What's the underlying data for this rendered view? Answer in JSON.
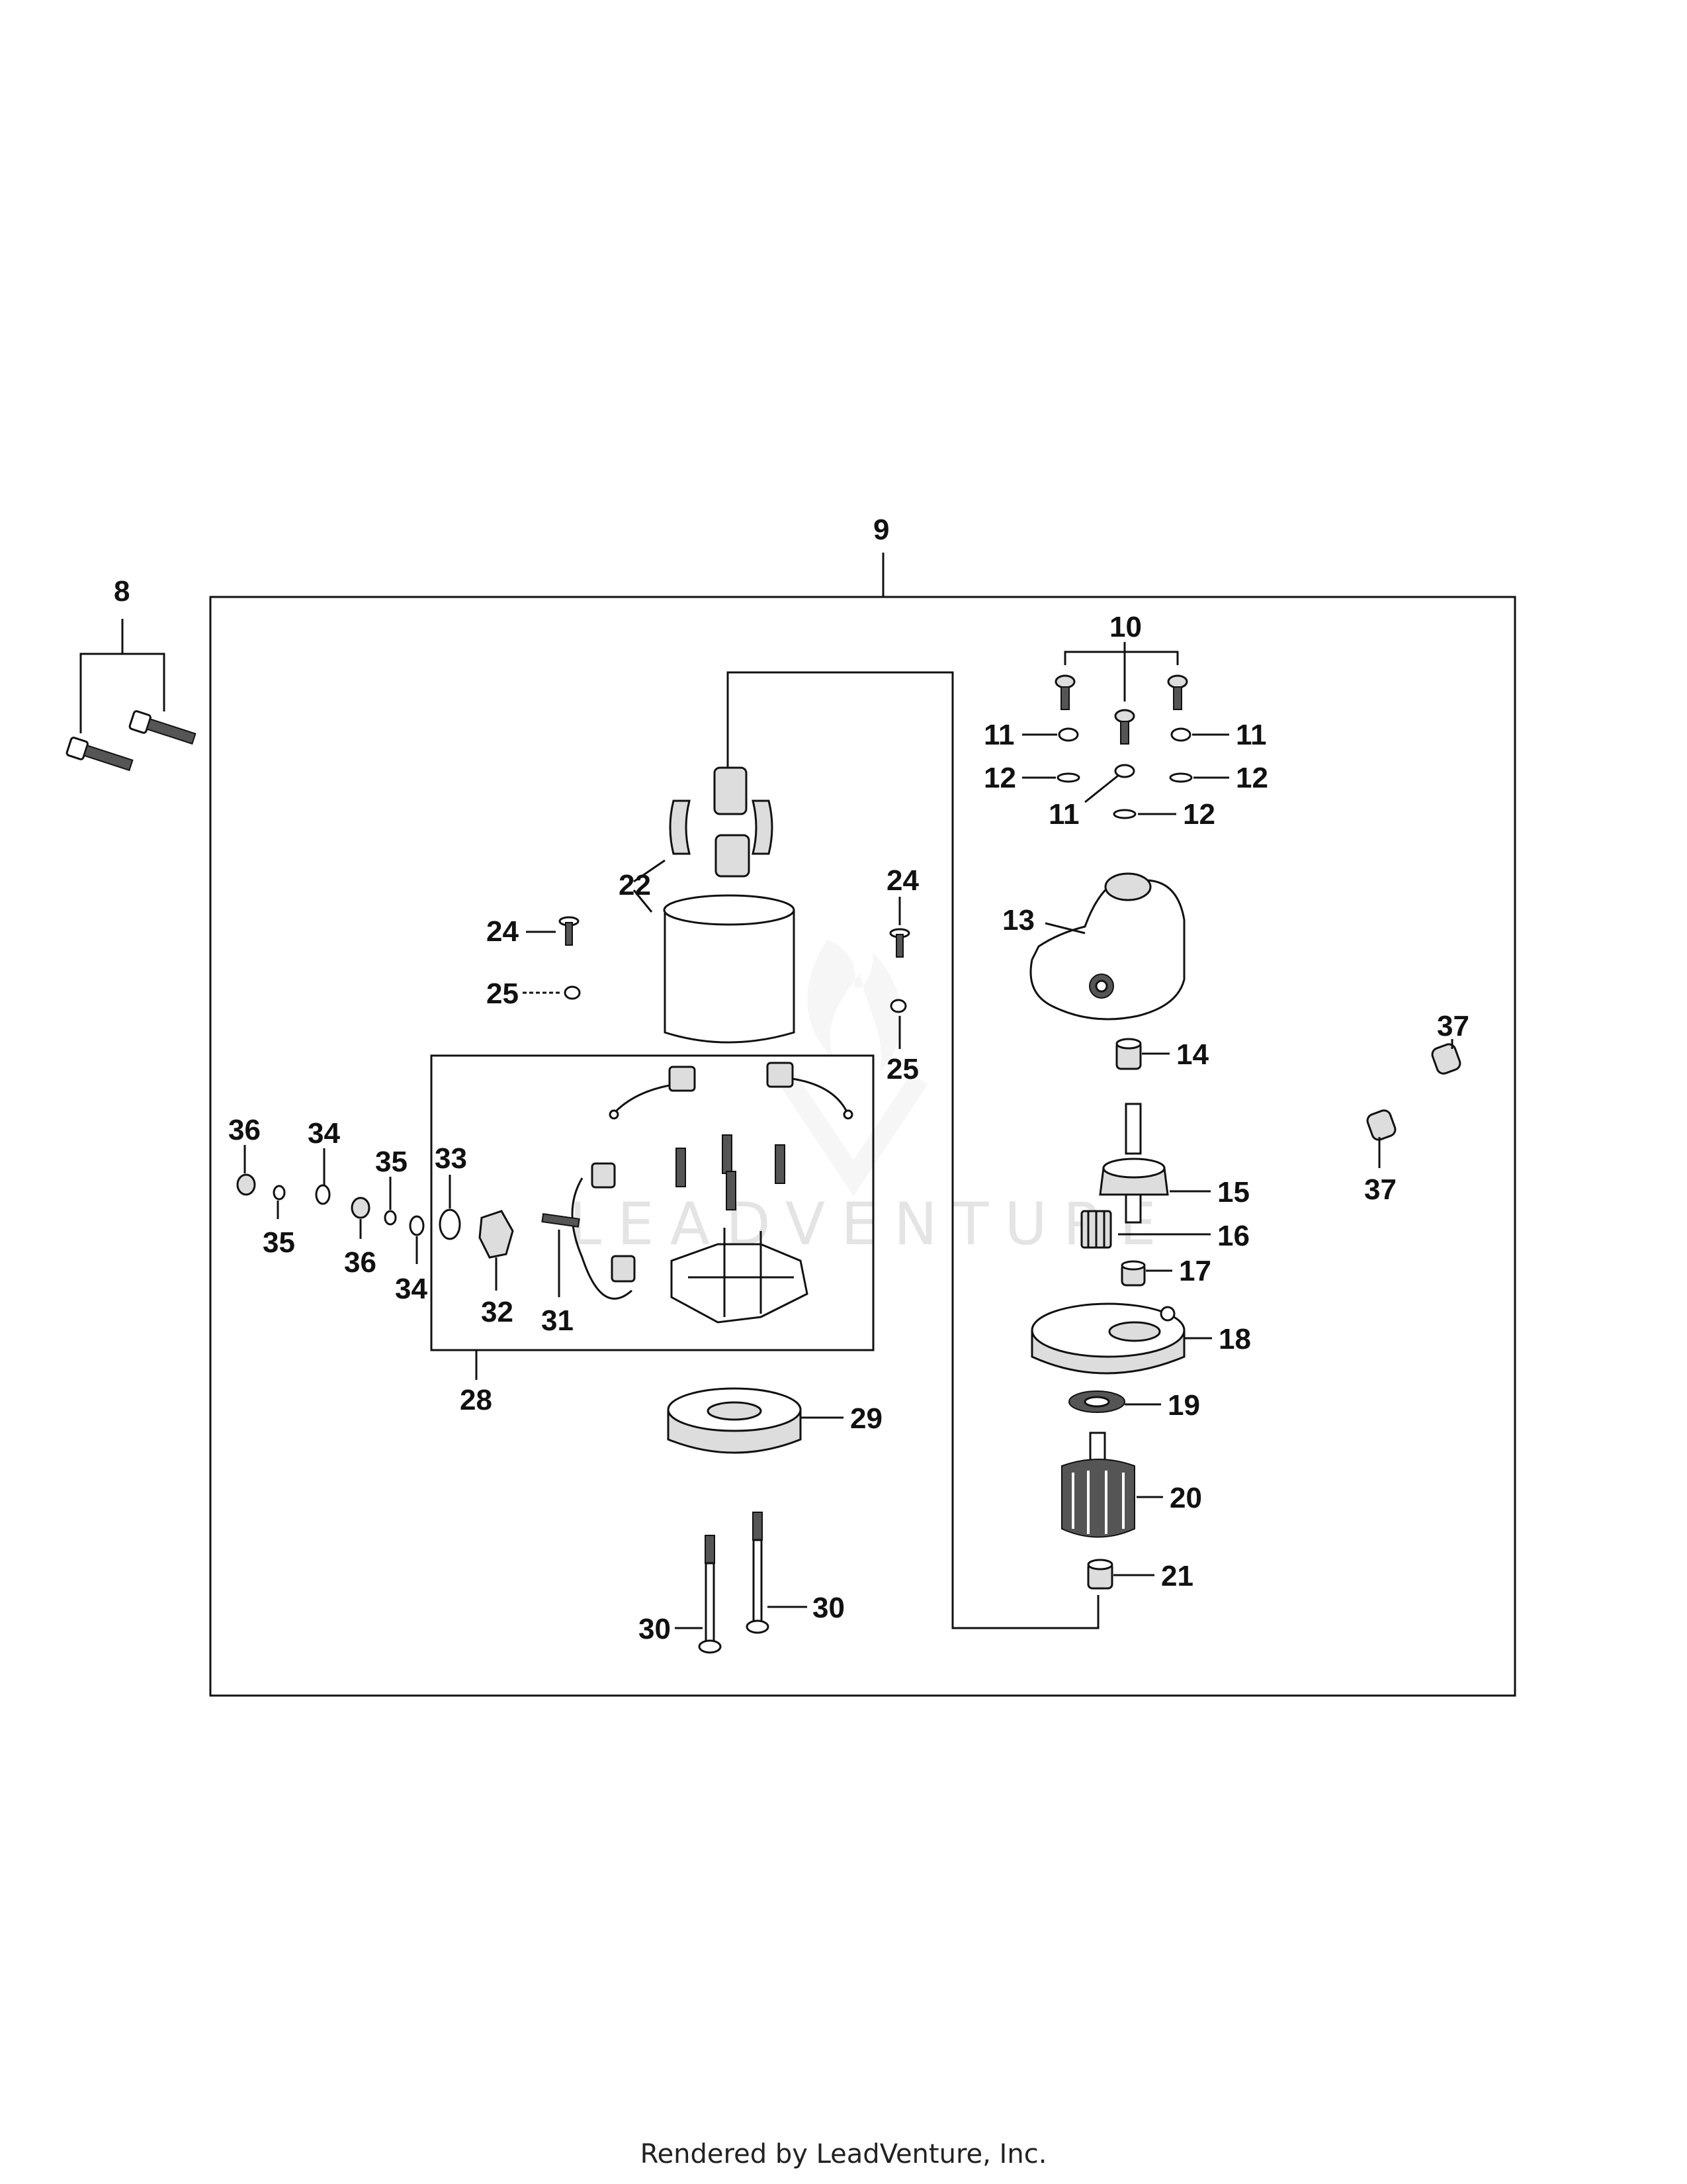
{
  "diagram": {
    "callouts": {
      "c8": "8",
      "c9": "9",
      "c10": "10",
      "c11a": "11",
      "c11b": "11",
      "c11c": "11",
      "c12a": "12",
      "c12b": "12",
      "c12c": "12",
      "c13": "13",
      "c14": "14",
      "c15": "15",
      "c16": "16",
      "c17": "17",
      "c18": "18",
      "c19": "19",
      "c20": "20",
      "c21": "21",
      "c22": "22",
      "c24a": "24",
      "c24b": "24",
      "c25a": "25",
      "c25b": "25",
      "c28": "28",
      "c29": "29",
      "c30a": "30",
      "c30b": "30",
      "c31": "31",
      "c32": "32",
      "c33": "33",
      "c34a": "34",
      "c34b": "34",
      "c35a": "35",
      "c35b": "35",
      "c36a": "36",
      "c36b": "36",
      "c37a": "37",
      "c37b": "37"
    },
    "watermark": "LEADVENTURE"
  },
  "footer": {
    "text": "Rendered by LeadVenture, Inc."
  }
}
